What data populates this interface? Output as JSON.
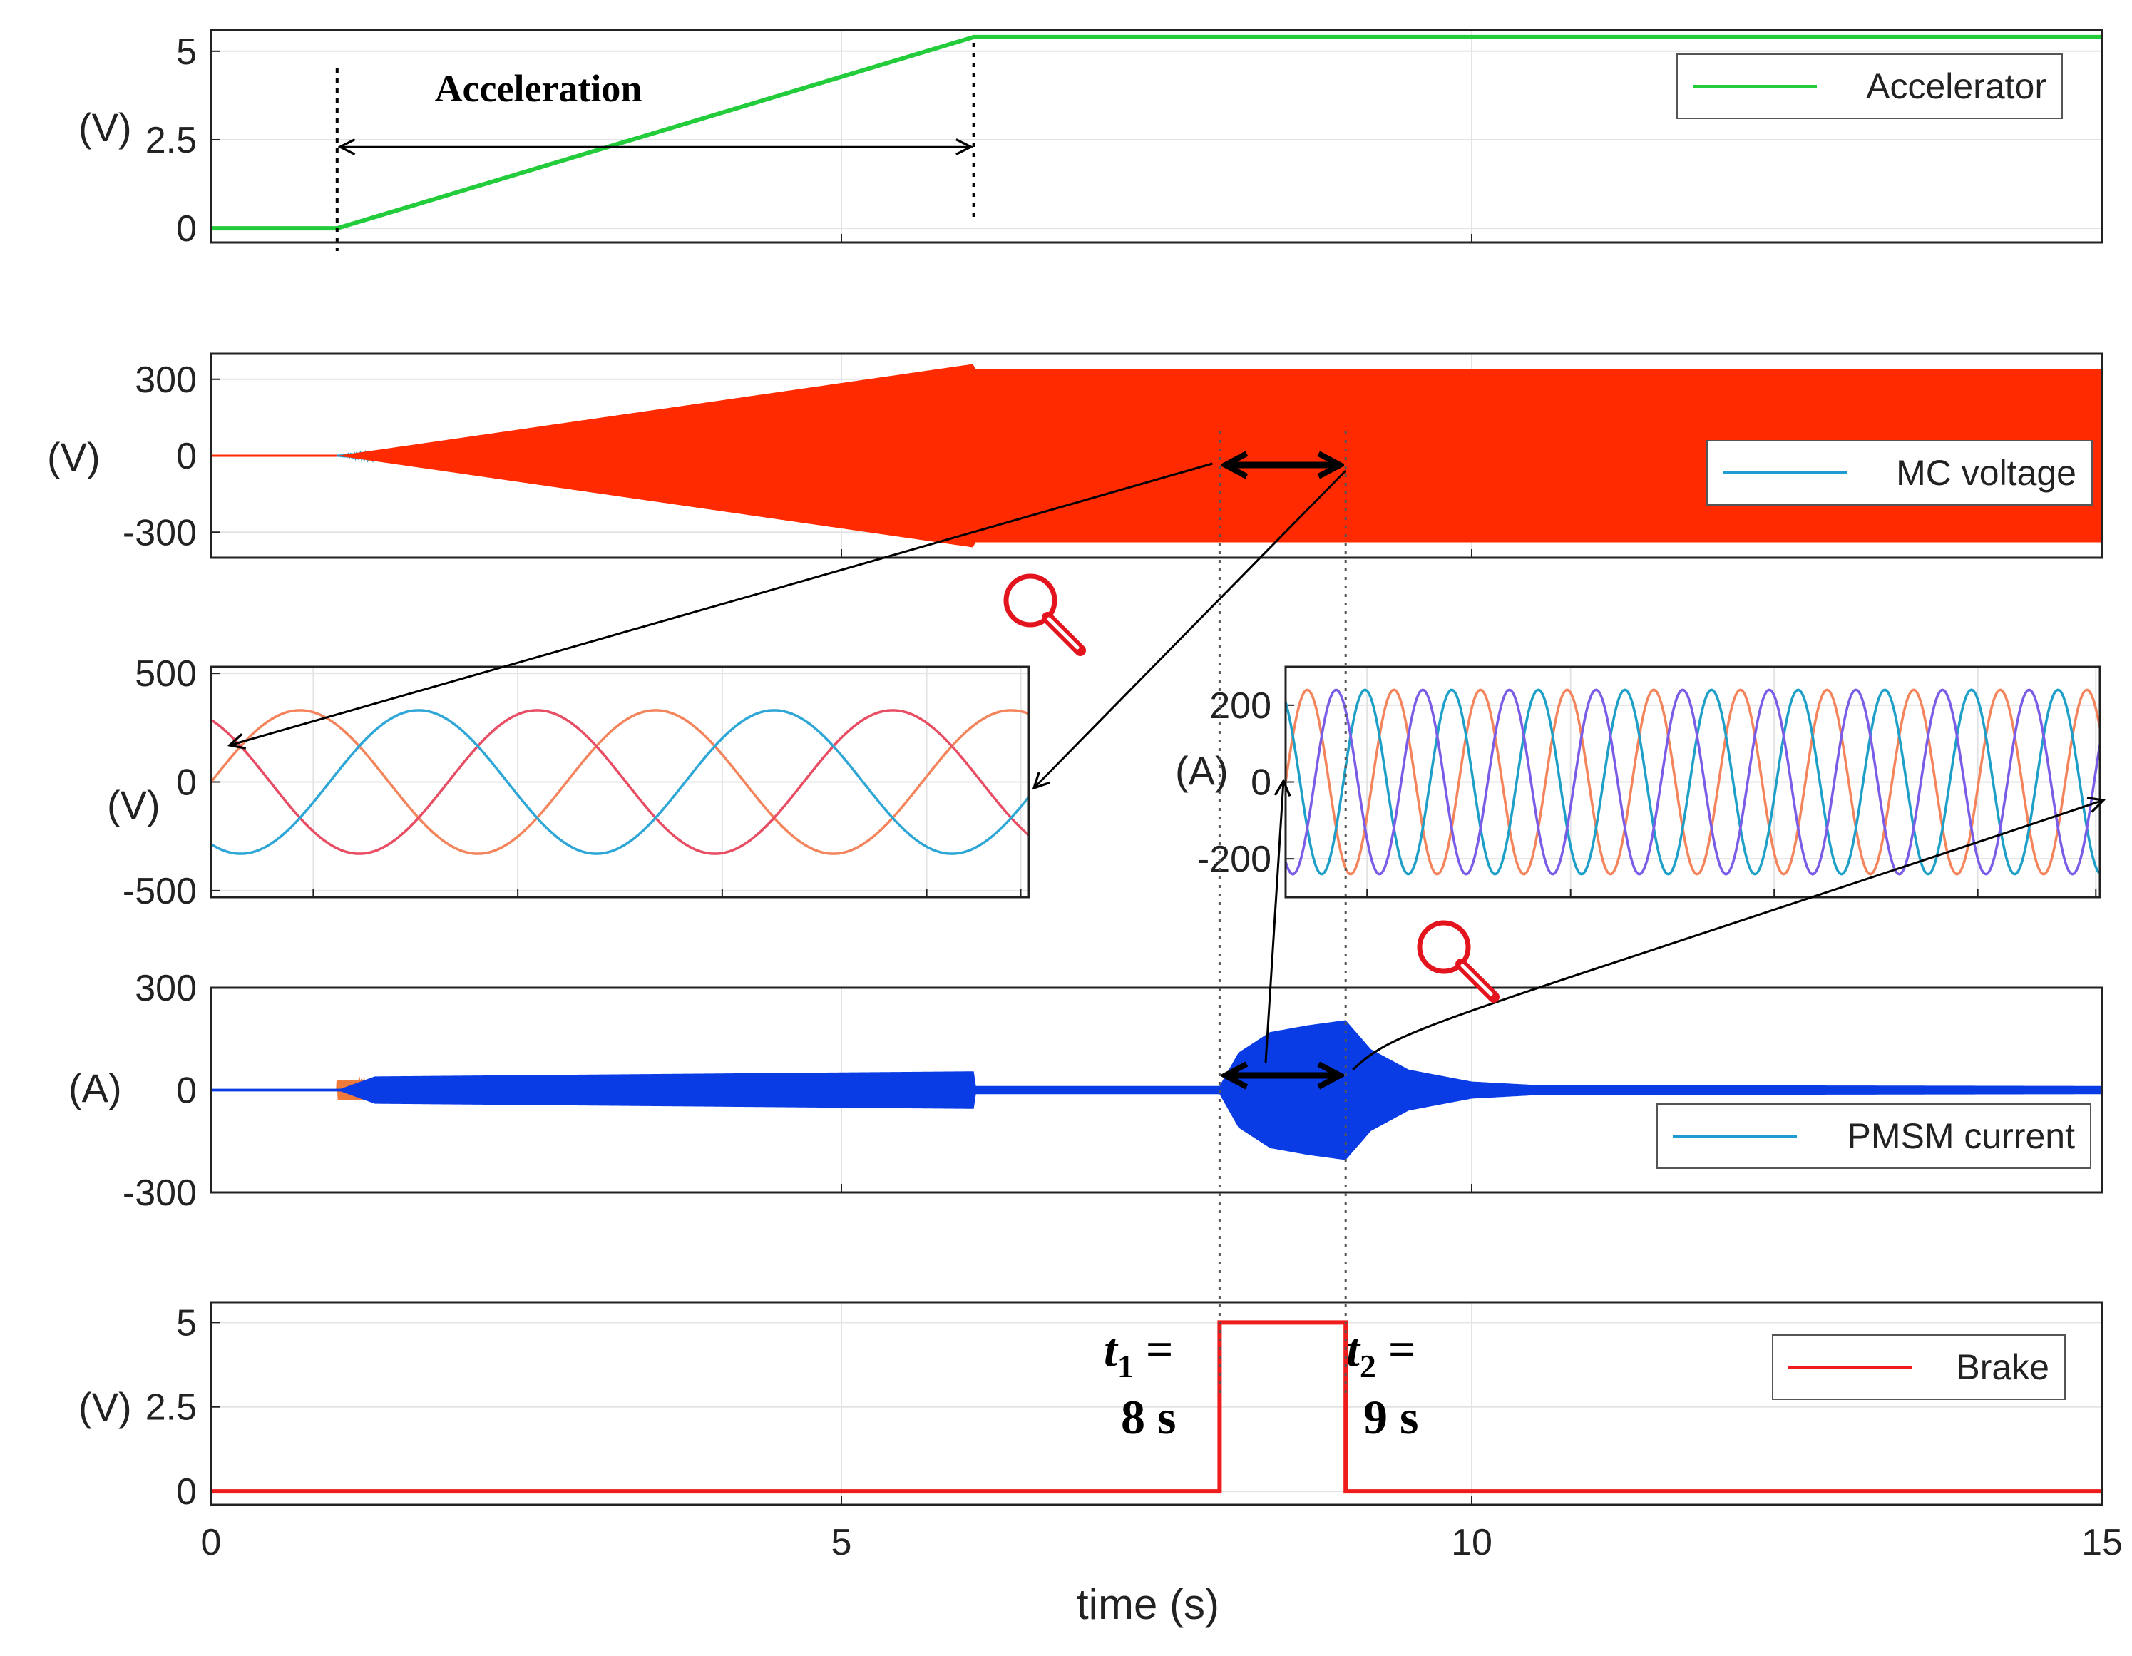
{
  "chart_data": [
    {
      "type": "line",
      "ylabel": "(V)",
      "xlim": [
        0,
        15
      ],
      "ylim": [
        -0.4,
        5.6
      ],
      "yticks": [
        "0",
        "2.5",
        "5"
      ],
      "series": [
        {
          "name": "Accelerator",
          "color": "#22cc3b",
          "x": [
            0,
            1,
            6.05,
            15
          ],
          "y": [
            0,
            0,
            5.4,
            5.4
          ]
        }
      ],
      "annotations": {
        "acceleration_label": "Acceleration",
        "acceleration_start": 1,
        "acceleration_end": 6.05
      }
    },
    {
      "type": "line",
      "ylabel": "(V)",
      "xlim": [
        0,
        15
      ],
      "ylim": [
        -400,
        400
      ],
      "yticks": [
        "300",
        "0",
        "-300"
      ],
      "series": [
        {
          "name": "MC voltage",
          "color": "#1f9bd1",
          "fill_color": "#ff2a00",
          "envelope_t": [
            0,
            1,
            6.05,
            6.05,
            15
          ],
          "envelope_amp": [
            0,
            0,
            360,
            340,
            340
          ]
        }
      ],
      "highlight_interval": [
        8,
        9
      ]
    },
    {
      "type": "line",
      "ylabel": "(V)",
      "xlim": [
        0,
        1
      ],
      "ylim": [
        -530,
        530
      ],
      "yticks": [
        "500",
        "0",
        "-500"
      ],
      "inset_of": "MC voltage",
      "series": [
        {
          "color": "#f4845c",
          "amplitude": 330,
          "phase_deg": 0
        },
        {
          "color": "#e84d63",
          "amplitude": 330,
          "phase_deg": 120
        },
        {
          "color": "#2ea6d6",
          "amplitude": 330,
          "phase_deg": 240
        }
      ],
      "cycles": 2.3
    },
    {
      "type": "line",
      "ylabel": "(A)",
      "xlim": [
        0,
        1
      ],
      "ylim": [
        -300,
        300
      ],
      "yticks": [
        "200",
        "0",
        "-200"
      ],
      "inset_of": "PMSM current",
      "series": [
        {
          "color": "#f4845c",
          "amplitude": 240,
          "phase_deg": 0
        },
        {
          "color": "#1d9fc7",
          "amplitude": 240,
          "phase_deg": 120
        },
        {
          "color": "#7a5ce6",
          "amplitude": 240,
          "phase_deg": 240
        }
      ],
      "cycles": 9.4
    },
    {
      "type": "line",
      "ylabel": "(A)",
      "xlim": [
        0,
        15
      ],
      "ylim": [
        -300,
        300
      ],
      "yticks": [
        "300",
        "0",
        "-300"
      ],
      "series": [
        {
          "name": "PMSM current",
          "color": "#1f9bd1",
          "fill_color": "#0a3ce6",
          "envelope_t": [
            0,
            1,
            1.3,
            6.05,
            6.05,
            8,
            8.15,
            8.4,
            8.7,
            9,
            9.2,
            9.5,
            10,
            10.5,
            15
          ],
          "envelope_amp": [
            0,
            0,
            40,
            55,
            12,
            12,
            110,
            170,
            190,
            205,
            120,
            60,
            25,
            15,
            12
          ]
        }
      ],
      "highlight_interval": [
        8,
        9
      ]
    },
    {
      "type": "line",
      "xlabel": "time (s)",
      "ylabel": "(V)",
      "xlim": [
        0,
        15
      ],
      "ylim": [
        -0.4,
        5.6
      ],
      "xticks": [
        "0",
        "5",
        "10",
        "15"
      ],
      "yticks": [
        "0",
        "2.5",
        "5"
      ],
      "series": [
        {
          "name": "Brake",
          "color": "#ee1c1c",
          "x": [
            0,
            8,
            8,
            9,
            9,
            15
          ],
          "y": [
            0,
            0,
            5,
            5,
            0,
            0
          ]
        }
      ],
      "annotations": {
        "t1_label": "t",
        "t1_sub": "1",
        "t1_eq": " =",
        "t1_value": "8 s",
        "t2_label": "t",
        "t2_sub": "2",
        "t2_eq": " =",
        "t2_value": "9 s"
      }
    }
  ],
  "icons": {
    "zoom": "magnifier-icon",
    "zoom_color": "#e3141e"
  }
}
